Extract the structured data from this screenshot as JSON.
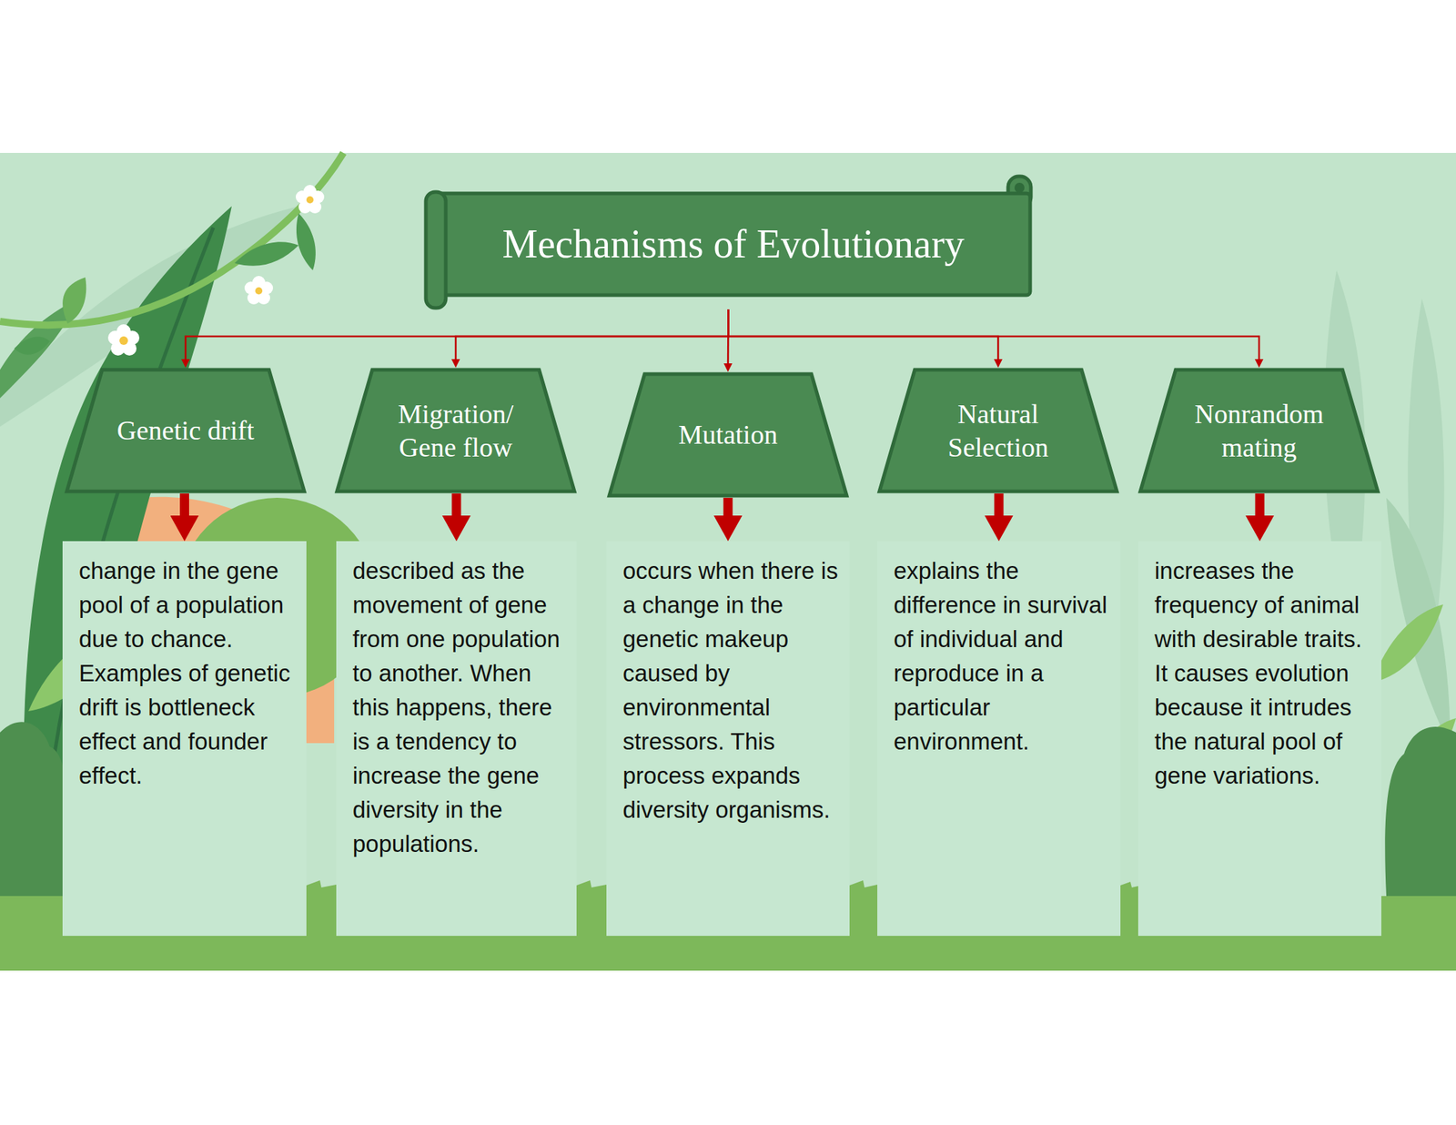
{
  "diagram": {
    "nodes": [
      {
        "text": [
          "Mechanisms of Evolutionary"
        ]
      },
      {
        "text": [
          "Genetic drift"
        ]
      },
      {
        "text": [
          "Migration/ Gene flow"
        ]
      },
      {
        "text": [
          "Mutation"
        ]
      },
      {
        "text": [
          "Natural Selection"
        ]
      },
      {
        "text": [
          "Nonrandom mating"
        ]
      },
      {
        "text": [
          "change in the gene pool of a population due to chance. Examples of genetic drift is bottleneck effect and founder effect."
        ]
      },
      {
        "text": [
          "described as the movement of gene from one population to another. When this happens, there is a tendency to increase the gene diversity in the populations."
        ]
      },
      {
        "text": [
          "occurs when there is a change in the genetic makeup caused by environmental stressors. This process expands diversity organisms."
        ]
      },
      {
        "text": [
          "explains the difference in survival of individual and reproduce in a particular environment."
        ]
      },
      {
        "text": [
          "increases the frequency of animal with desirable traits. It causes evolution because it intrudes the natural pool of gene variations."
        ]
      }
    ],
    "edges": [
      {
        "from": 0,
        "to": 1,
        "arrow": "to"
      },
      {
        "from": 0,
        "to": 2,
        "arrow": "to"
      },
      {
        "from": 0,
        "to": 3,
        "arrow": "to"
      },
      {
        "from": 0,
        "to": 4,
        "arrow": "to"
      },
      {
        "from": 0,
        "to": 5,
        "arrow": "to"
      },
      {
        "from": 1,
        "to": 6,
        "arrow": "to"
      },
      {
        "from": 2,
        "to": 7,
        "arrow": "to"
      },
      {
        "from": 3,
        "to": 8,
        "arrow": "to"
      },
      {
        "from": 4,
        "to": 9,
        "arrow": "to"
      },
      {
        "from": 5,
        "to": 10,
        "arrow": "to"
      }
    ]
  }
}
